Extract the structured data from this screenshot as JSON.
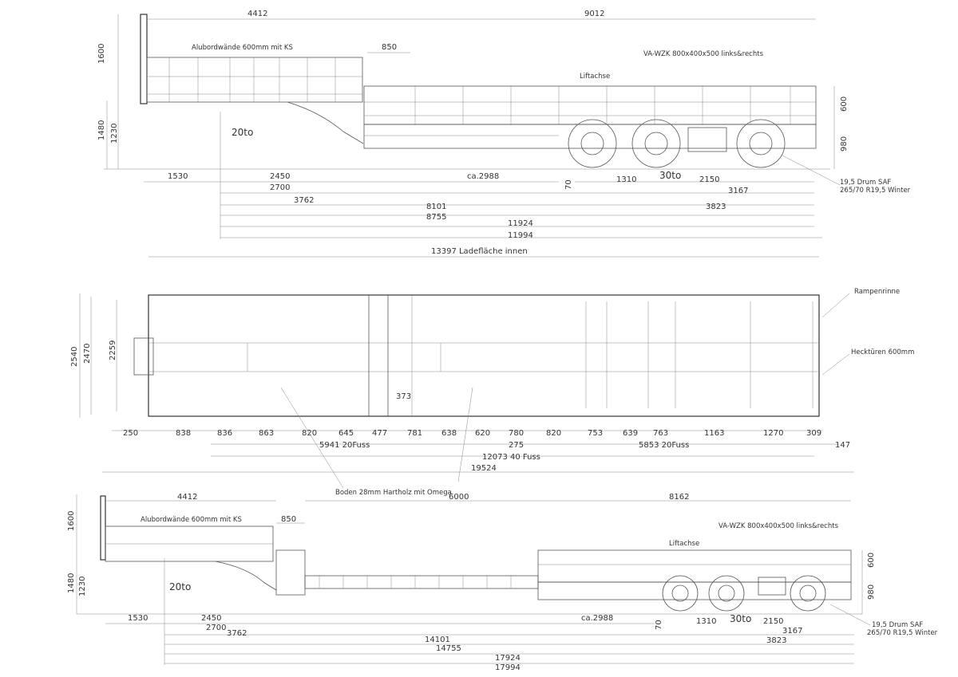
{
  "top_view": {
    "dims_top": [
      "4412",
      "850",
      "9012"
    ],
    "vertical_left": [
      "1600",
      "1480",
      "1230"
    ],
    "vertical_right": [
      "600",
      "980"
    ],
    "labels": {
      "sidewalls": "Alubordwände 600mm mit KS",
      "toolbox": "VA-WZK 800x400x500 links&rechts",
      "liftaxle": "Liftachse",
      "load_front": "20to",
      "load_rear": "30to",
      "tyres_line1": "19,5 Drum SAF",
      "tyres_line2": "265/70 R19,5 Winter"
    },
    "dims_bottom": [
      "1530",
      "2450",
      "ca.2988",
      "70",
      "1310",
      "2150",
      "2700",
      "3167",
      "3762",
      "8101",
      "3823",
      "8755",
      "11924",
      "11994"
    ]
  },
  "plan_view": {
    "inner_length": "13397 Ladefläche innen",
    "widths": [
      "2540",
      "2470",
      "2259"
    ],
    "labels": {
      "ramp_groove": "Rampenrinne",
      "rear_doors": "Hecktüren 600mm",
      "floor": "Boden 28mm Hartholz mit Omega"
    },
    "segment_dims": [
      "250",
      "838",
      "836",
      "863",
      "820",
      "645",
      "477",
      "781",
      "638",
      "620",
      "780",
      "820",
      "753",
      "639",
      "763",
      "1163",
      "1270",
      "309"
    ],
    "inner_dim": "373",
    "group_dims": [
      "5941 20Fuss",
      "275",
      "5853 20Fuss",
      "147"
    ],
    "total_dim": "12073 40 Fuss"
  },
  "extended_view": {
    "overall": "19524",
    "dims_top": [
      "4412",
      "850",
      "6000",
      "8162"
    ],
    "vertical_left": [
      "1600",
      "1480",
      "1230"
    ],
    "vertical_right": [
      "600",
      "980"
    ],
    "labels": {
      "sidewalls": "Alubordwände 600mm mit KS",
      "toolbox": "VA-WZK 800x400x500 links&rechts",
      "liftaxle": "Liftachse",
      "load_front": "20to",
      "load_rear": "30to",
      "tyres_line1": "19,5 Drum SAF",
      "tyres_line2": "265/70 R19,5 Winter"
    },
    "dims_bottom": [
      "1530",
      "2450",
      "ca.2988",
      "70",
      "1310",
      "2150",
      "2700",
      "3167",
      "3762",
      "3823",
      "14101",
      "14755",
      "17924",
      "17994"
    ]
  }
}
